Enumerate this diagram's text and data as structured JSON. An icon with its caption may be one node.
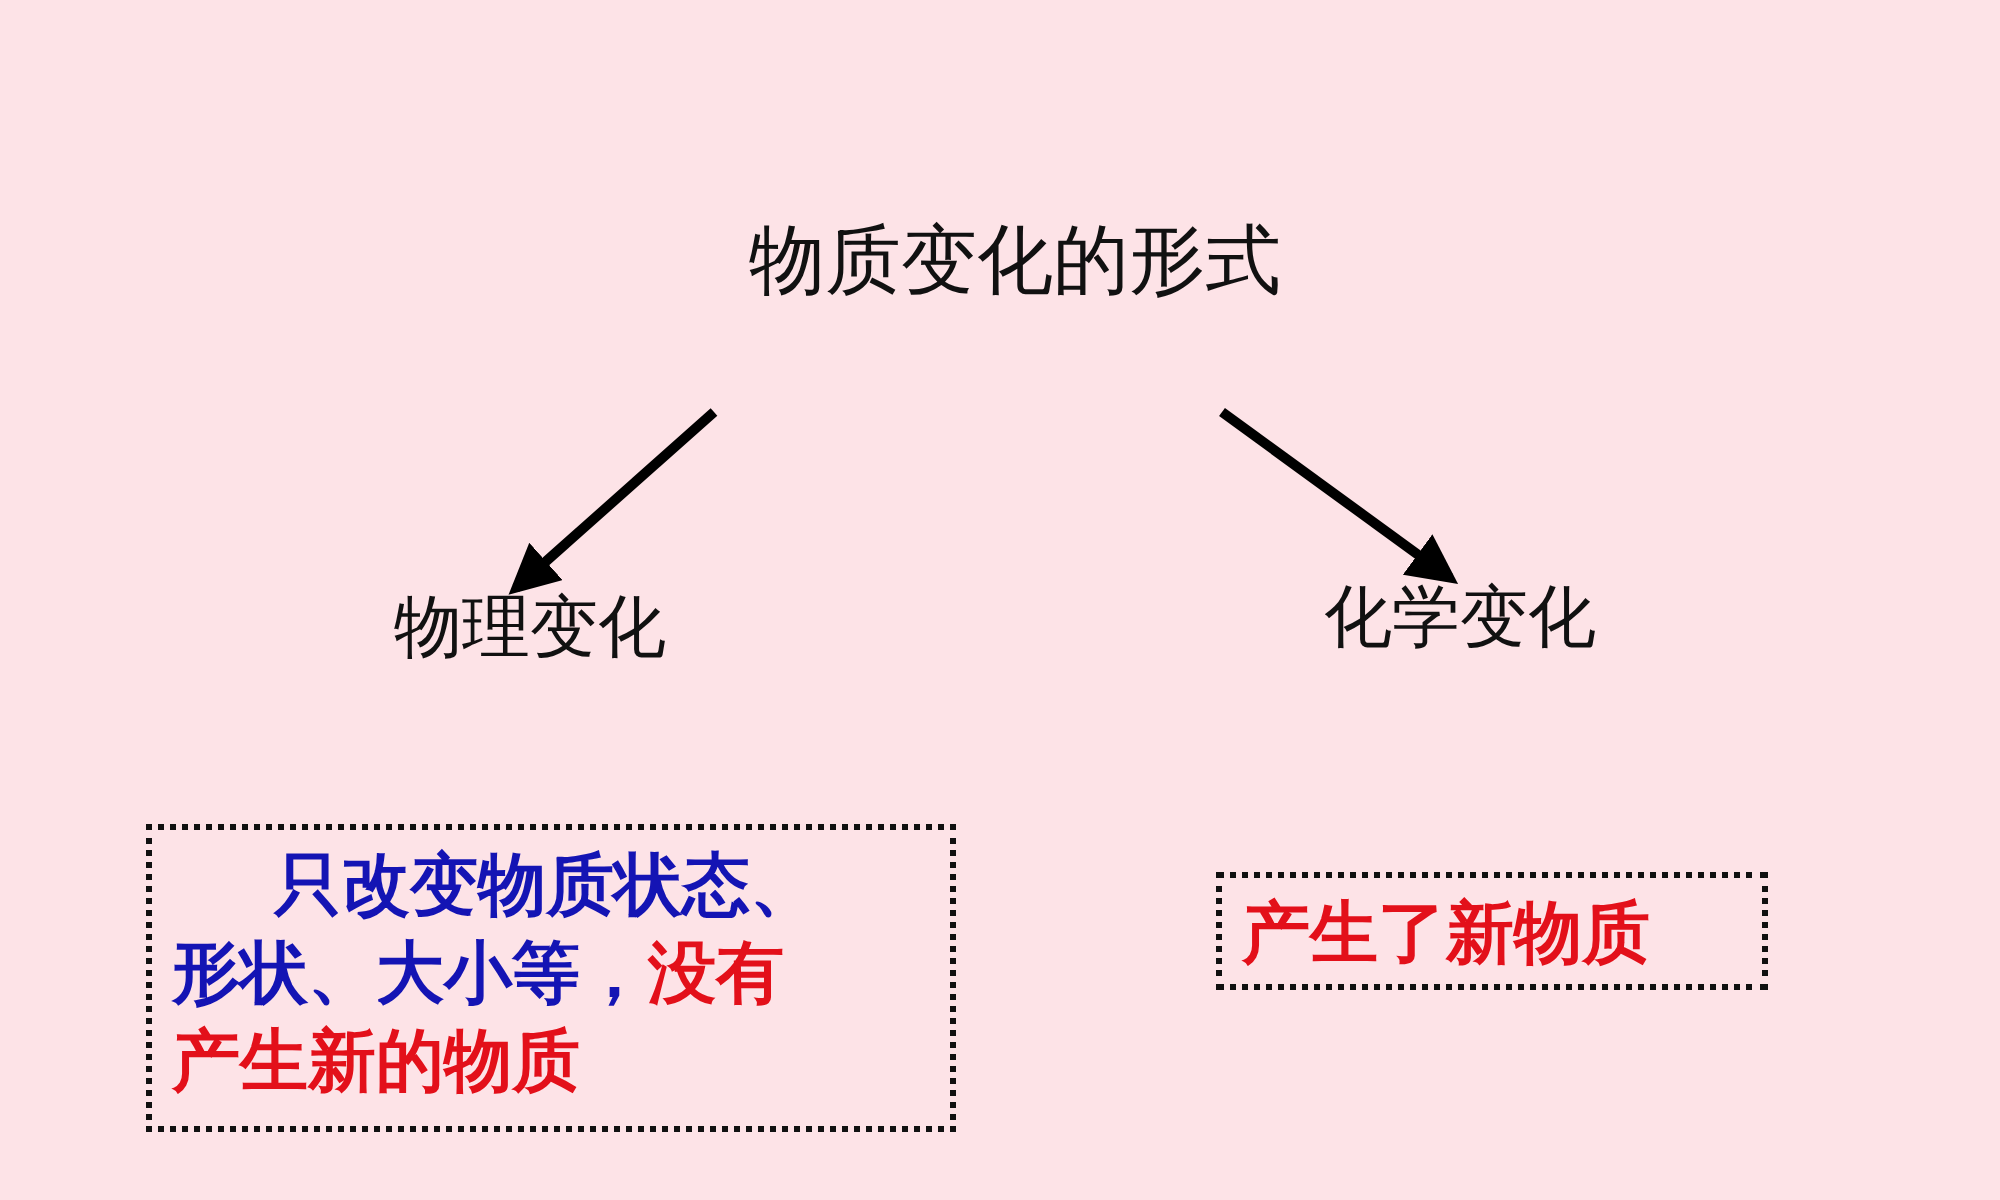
{
  "diagram": {
    "nodes": [
      {
        "text": [
          "物质变化的形式"
        ]
      },
      {
        "text": [
          "物理变化"
        ]
      },
      {
        "text": [
          "化学变化"
        ]
      },
      {
        "text": [
          "只改变物质状态、形状、大小等，",
          "没有产生新的物质"
        ]
      },
      {
        "text": [
          "产生了新物质"
        ]
      }
    ],
    "edges": [
      {
        "from": 0,
        "to": 1,
        "arrow": "to"
      },
      {
        "from": 0,
        "to": 2,
        "arrow": "to"
      }
    ]
  }
}
